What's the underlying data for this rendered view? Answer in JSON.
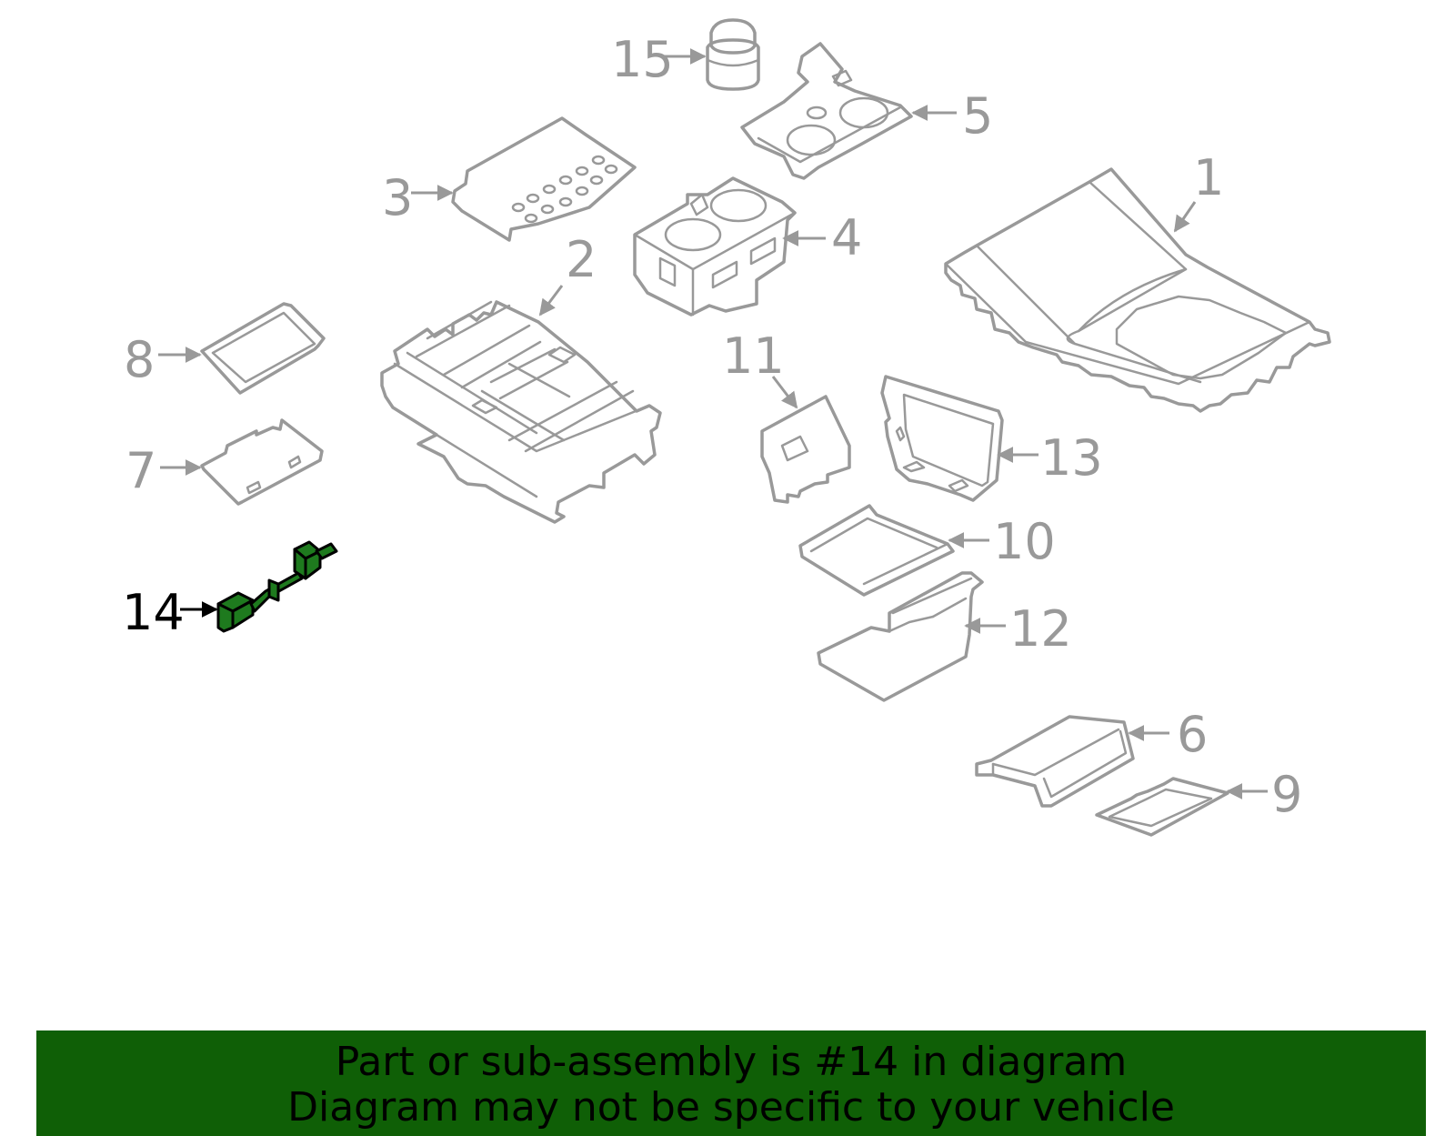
{
  "diagram": {
    "highlight_color": "#1e7a1e",
    "part_color": "#999999",
    "callouts": {
      "c1": "1",
      "c2": "2",
      "c3": "3",
      "c4": "4",
      "c5": "5",
      "c6": "6",
      "c7": "7",
      "c8": "8",
      "c9": "9",
      "c10": "10",
      "c11": "11",
      "c12": "12",
      "c13": "13",
      "c14": "14",
      "c15": "15"
    }
  },
  "banner": {
    "background": "#0f5f06",
    "line1": "Part or sub-assembly is #14 in diagram",
    "line2": "Diagram may not be specific to your vehicle"
  }
}
